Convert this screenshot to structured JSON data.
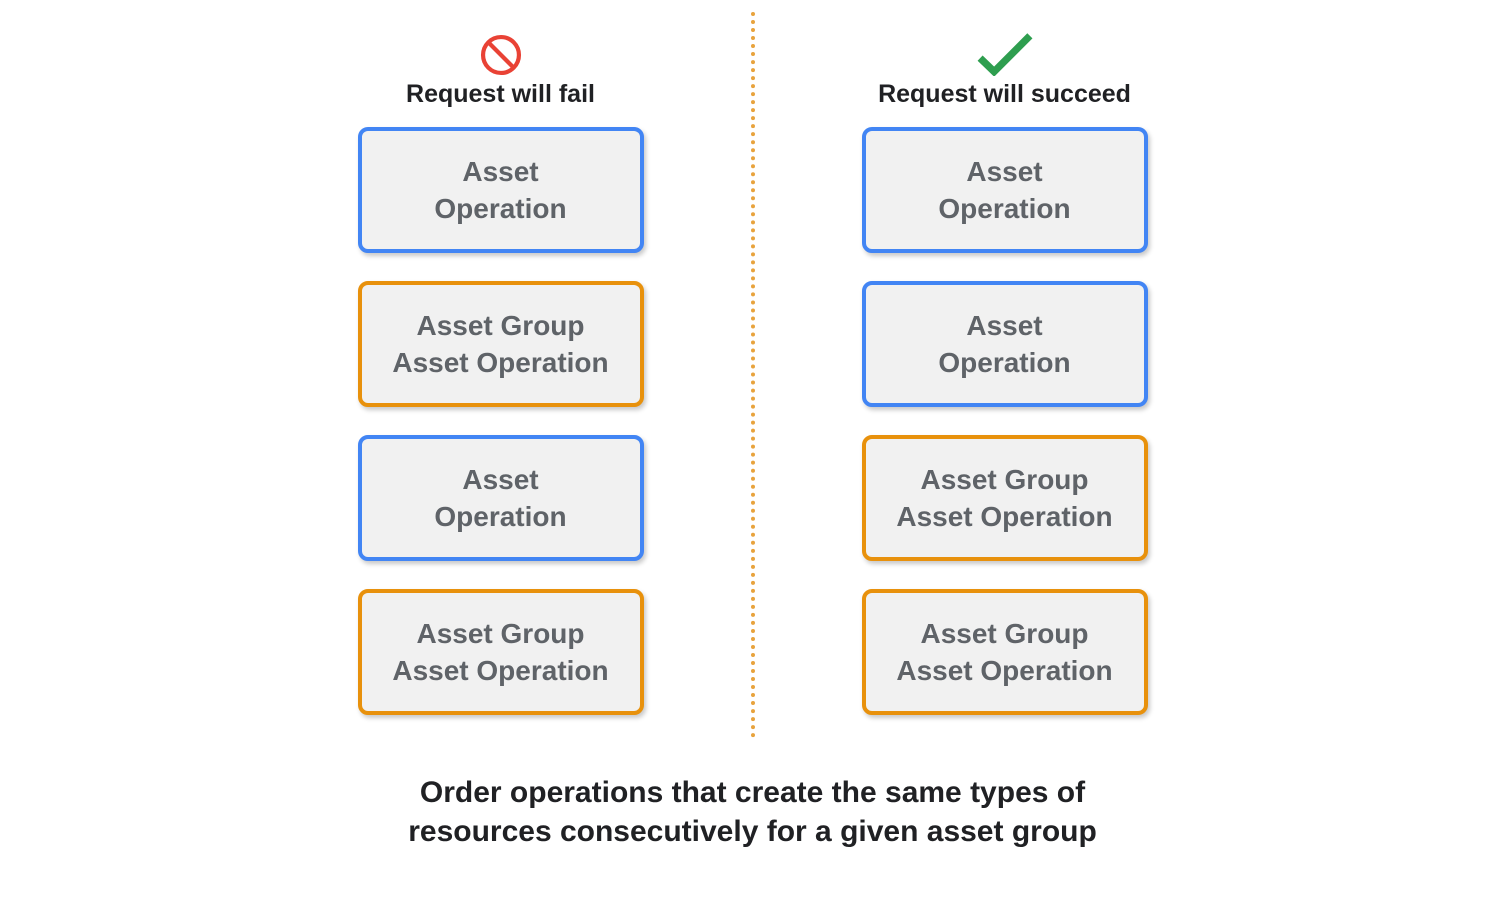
{
  "colors": {
    "blue": "#4285F4",
    "orange": "#E8910C",
    "red": "#E94235",
    "green": "#2E9E4F",
    "box_bg": "#F1F1F1",
    "box_text": "#5F6368",
    "heading_text": "#202124",
    "caption_text": "#202124",
    "divider_dot": "#E8A33D"
  },
  "fail": {
    "icon": "prohibition-icon",
    "heading": "Request will fail",
    "boxes": [
      {
        "lines": [
          "Asset",
          "Operation"
        ],
        "border": "blue"
      },
      {
        "lines": [
          "Asset Group",
          "Asset Operation"
        ],
        "border": "orange"
      },
      {
        "lines": [
          "Asset",
          "Operation"
        ],
        "border": "blue"
      },
      {
        "lines": [
          "Asset Group",
          "Asset Operation"
        ],
        "border": "orange"
      }
    ]
  },
  "succeed": {
    "icon": "check-icon",
    "heading": "Request will succeed",
    "boxes": [
      {
        "lines": [
          "Asset",
          "Operation"
        ],
        "border": "blue"
      },
      {
        "lines": [
          "Asset",
          "Operation"
        ],
        "border": "blue"
      },
      {
        "lines": [
          "Asset Group",
          "Asset Operation"
        ],
        "border": "orange"
      },
      {
        "lines": [
          "Asset Group",
          "Asset Operation"
        ],
        "border": "orange"
      }
    ]
  },
  "caption": {
    "lines": [
      "Order operations that create the same types of",
      "resources consecutively for a given asset group"
    ]
  }
}
